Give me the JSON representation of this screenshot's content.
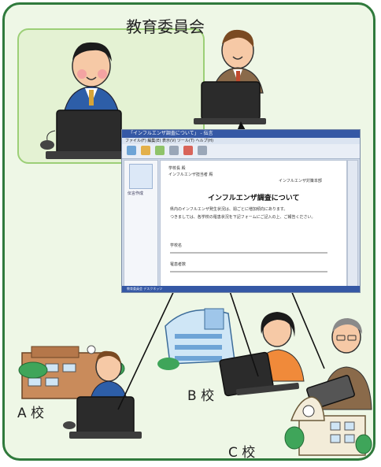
{
  "board": {
    "title": "教育委員会"
  },
  "window": {
    "title": "「インフルエンザ調査について」 - 伝言",
    "menu": "ファイル(F)  編集(E)  表示(V)  ツール(T)  ヘルプ(H)",
    "side_label": "伝言作成",
    "status": "教育委員会 デスクネッツ"
  },
  "document": {
    "to": "学校長 殿",
    "to_sub": "インフルエンザ担当者 殿",
    "from": "インフルエンザ対策本部",
    "heading": "インフルエンザ調査について",
    "body": [
      "県内のインフルエンザ発生状況は、週ごとに増加傾向にあります。",
      "つきましては、各学校の罹患状況を下記フォームにご記入の上、ご報告ください。"
    ],
    "field1": "学校名",
    "field2": "罹患者数"
  },
  "schools": {
    "a": "A 校",
    "b": "B 校",
    "c": "C 校"
  },
  "colors": {
    "frame": "#2f7a3c",
    "background": "#eef7e6",
    "board": "#e4f2d3",
    "window_title": "#3558a5"
  }
}
